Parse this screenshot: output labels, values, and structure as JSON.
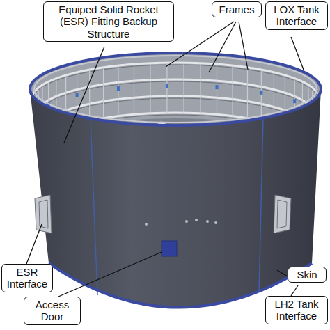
{
  "diagram": {
    "nodes": [
      {
        "text": [
          "Equiped Solid Rocket (ESR) Fitting Backup Structure"
        ]
      },
      {
        "text": [
          "Frames"
        ]
      },
      {
        "text": [
          "LOX Tank Interface"
        ]
      },
      {
        "text": [
          "ESR Interface"
        ]
      },
      {
        "text": [
          "Skin"
        ]
      },
      {
        "text": [
          "Access Door"
        ]
      },
      {
        "text": [
          "LH2 Tank Interface"
        ]
      }
    ]
  }
}
